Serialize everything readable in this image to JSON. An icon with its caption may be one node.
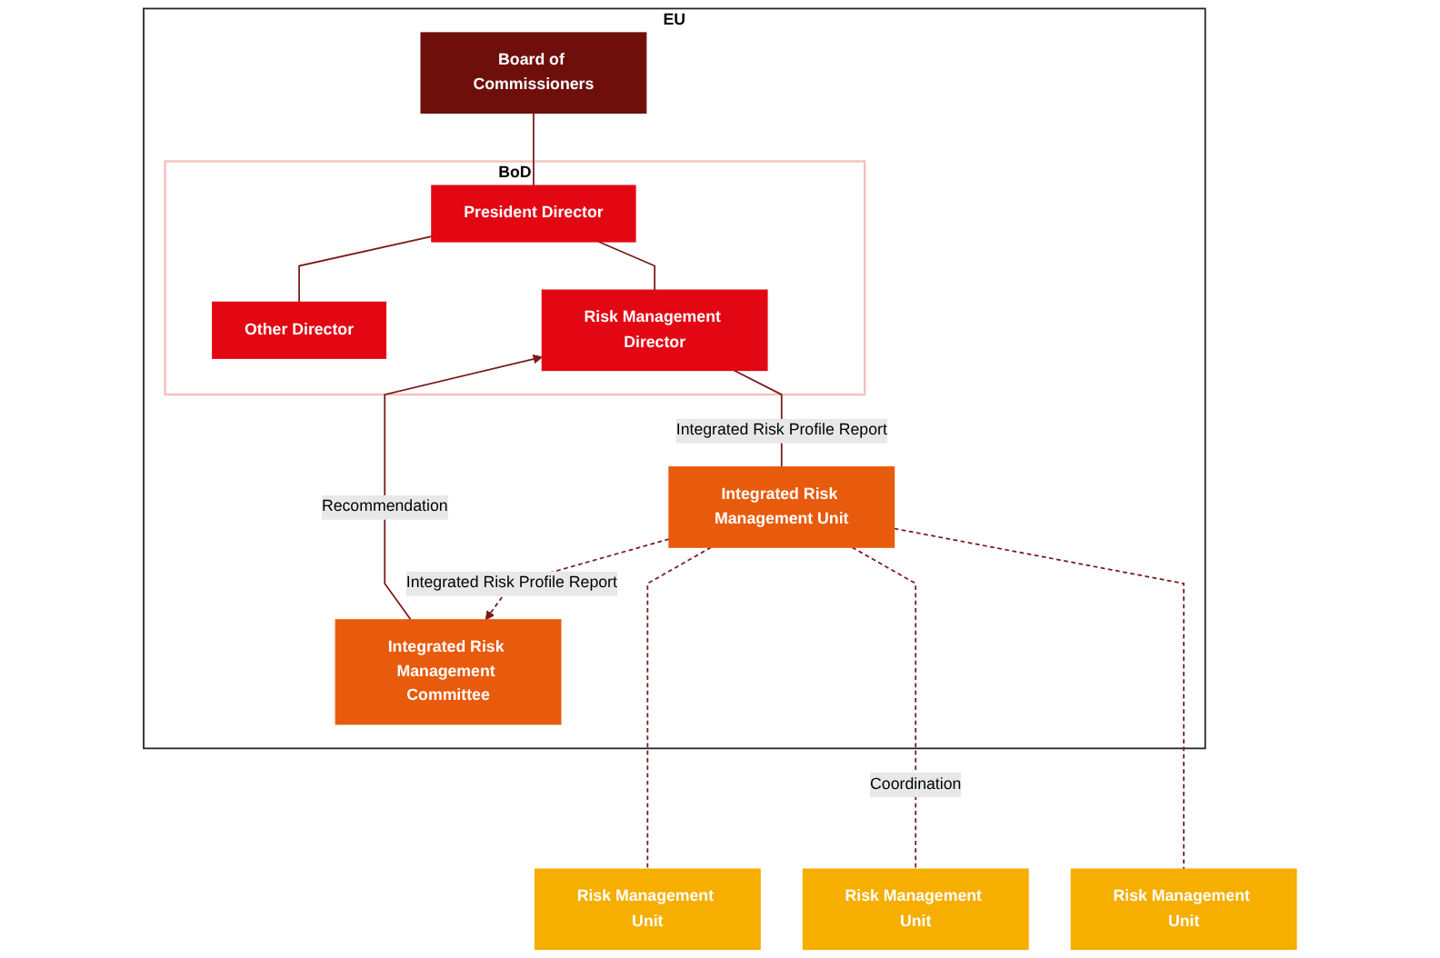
{
  "diagram": {
    "nodes": [
      {
        "text": [
          "EU"
        ]
      },
      {
        "text": [
          "Board of Commissioners"
        ],
        "in": 0
      },
      {
        "text": [
          "BoD"
        ],
        "in": 0
      },
      {
        "text": [
          "President Director"
        ],
        "in": 2
      },
      {
        "text": [
          "Other Director"
        ],
        "in": 2
      },
      {
        "text": [
          "Risk Management Director"
        ],
        "in": 2
      },
      {
        "text": [
          "Integrated Risk Management Committee"
        ],
        "in": 0
      },
      {
        "text": [
          "Integrated Risk Management Unit"
        ],
        "in": 0
      },
      {
        "text": [
          "Risk Management Unit"
        ]
      },
      {
        "text": [
          "Risk Management Unit"
        ]
      },
      {
        "text": [
          "Risk Management Unit"
        ]
      }
    ],
    "edges": [
      {
        "from": 1,
        "to": 3,
        "arrow": "none"
      },
      {
        "from": 3,
        "to": 4,
        "arrow": "none"
      },
      {
        "from": 3,
        "to": 5,
        "arrow": "none"
      },
      {
        "from": 6,
        "to": 5,
        "arrow": "to",
        "label": "Recommendation"
      },
      {
        "from": 5,
        "to": 7,
        "arrow": "none",
        "label": "Integrated Risk Profile Report"
      },
      {
        "from": 7,
        "to": 6,
        "arrow": "to",
        "style": "dashed",
        "label": "Integrated Risk Profile Report"
      },
      {
        "from": 7,
        "to": 8,
        "arrow": "none",
        "style": "dashed"
      },
      {
        "from": 7,
        "to": 9,
        "arrow": "none",
        "style": "dashed",
        "label": "Coordination"
      },
      {
        "from": 7,
        "to": 10,
        "arrow": "none",
        "style": "dashed"
      }
    ]
  }
}
